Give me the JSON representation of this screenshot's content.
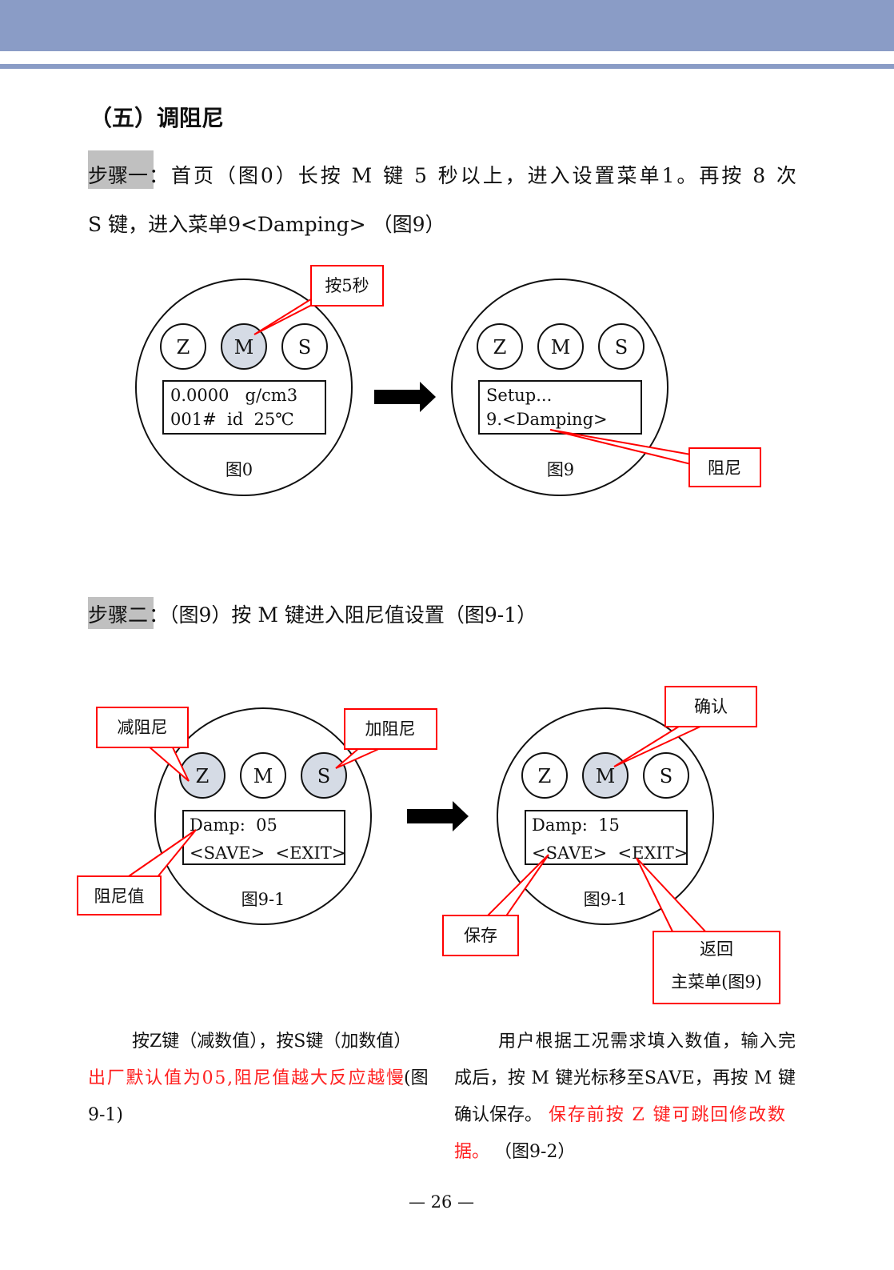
{
  "section_title": "（五）调阻尼",
  "step1": {
    "label": "步骤一",
    "line1": "：首页（图0）长按 M 键 5 秒以上，进入设置菜单1。再按 8 次",
    "line2": "S 键，进入菜单9<Damping> （图9）"
  },
  "step2": {
    "label": "步骤二",
    "line1": "：（图9）按 M 键进入阻尼值设置（图9-1）"
  },
  "keys": {
    "z": "Z",
    "m": "M",
    "s": "S"
  },
  "fig0": {
    "line1": "0.0000   g/cm3",
    "line2": "001#  id  25℃",
    "caption": "图0",
    "callout": "按5秒"
  },
  "fig9": {
    "line1": "Setup...",
    "line2": "9.<Damping>",
    "caption": "图9",
    "callout": "阻尼"
  },
  "fig9_1a": {
    "line1": "Damp:  05",
    "line2": "<SAVE>  <EXIT>",
    "caption": "图9-1",
    "callout_z": "减阻尼",
    "callout_s": "加阻尼",
    "callout_value": "阻尼值"
  },
  "fig9_1b": {
    "line1": "Damp:  15",
    "line2": "<SAVE>  <EXIT>",
    "caption": "图9-1",
    "callout_m": "确认",
    "callout_save": "保存",
    "callout_exit_1": "返回",
    "callout_exit_2": "主菜单(图9)"
  },
  "left_text": {
    "line1": "按Z键（减数值），按S键（加数值）",
    "line2_red": "出厂默认值为05,阻尼值越大反应越慢",
    "line2_tail": "(图",
    "line3": "9-1)"
  },
  "right_text": {
    "line1": "用户根据工况需求填入数值，输入完",
    "line2": "成后，按 M 键光标移至SAVE，再按 M 键",
    "line3_black": "确认保存。",
    "line3_red": "保存前按 Z 键可跳回修改数",
    "line4_red": "据。",
    "line4_black": "（图9-2）"
  },
  "page_number": "— 26 —",
  "colors": {
    "header": "#8a9cc6",
    "highlight": "#c0c0c0",
    "callout": "#ff0000",
    "key_pressed": "#d5dbe5"
  }
}
